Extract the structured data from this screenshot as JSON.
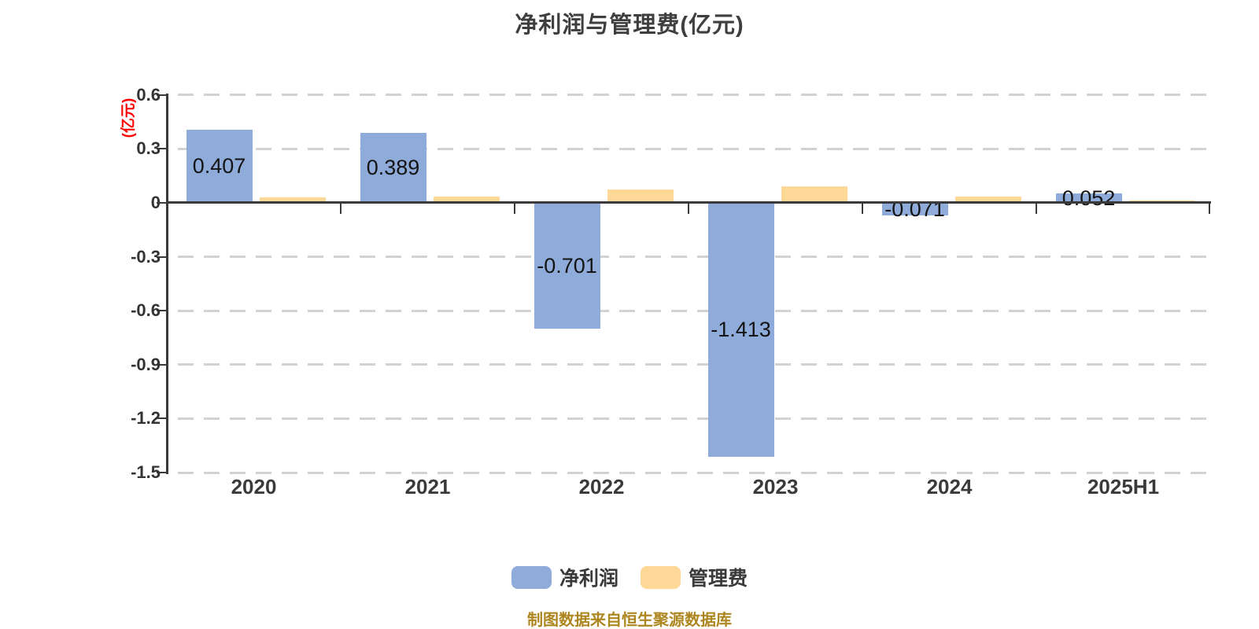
{
  "title": "净利润与管理费(亿元)",
  "y_axis": {
    "unit_label": "(亿元)",
    "tick_labels": [
      "0.6",
      "0.3",
      "0",
      "-0.3",
      "-0.6",
      "-0.9",
      "-1.2",
      "-1.5"
    ],
    "tick_values": [
      0.6,
      0.3,
      0,
      -0.3,
      -0.6,
      -0.9,
      -1.2,
      -1.5
    ]
  },
  "colors": {
    "net_profit": "#8FABD9",
    "management_fee": "#FED897",
    "unit_label": "#FF0000",
    "axis": "#3A3A3A",
    "grid": "#D2D2D2",
    "source_text": "#AD8620"
  },
  "chart_data": {
    "type": "bar",
    "title": "净利润与管理费(亿元)",
    "categories": [
      "2020",
      "2021",
      "2022",
      "2023",
      "2024",
      "2025H1"
    ],
    "series": [
      {
        "name": "净利润",
        "color_key": "net_profit",
        "values": [
          0.407,
          0.389,
          -0.701,
          -1.413,
          -0.071,
          0.052
        ],
        "labels": [
          "0.407",
          "0.389",
          "-0.701",
          "-1.413",
          "-0.071",
          "0.052"
        ]
      },
      {
        "name": "管理费",
        "color_key": "management_fee",
        "values": [
          0.032,
          0.036,
          0.075,
          0.091,
          0.037,
          0.012
        ],
        "labels": null
      }
    ],
    "ylabel": "(亿元)",
    "ylim": [
      -1.5,
      0.6
    ],
    "grid": "horizontal-dashed",
    "legend_position": "bottom"
  },
  "legend": {
    "items": [
      {
        "label": "净利润"
      },
      {
        "label": "管理费"
      }
    ]
  },
  "source_note": "制图数据来自恒生聚源数据库"
}
